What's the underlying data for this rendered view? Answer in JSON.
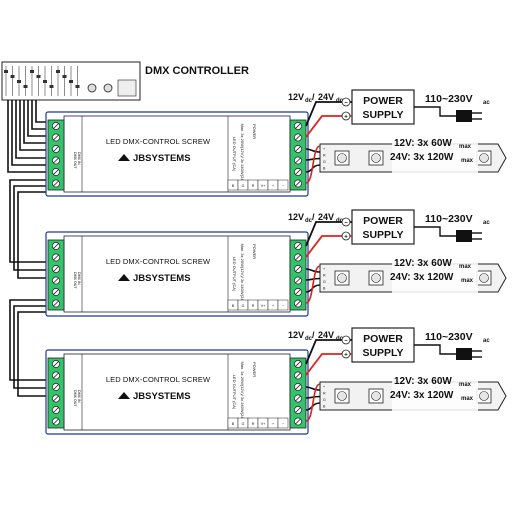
{
  "controller": {
    "title": "DMX CONTROLLER"
  },
  "module": {
    "name": "LED DMX-CONTROL SCREW",
    "brand": "JBSYSTEMS",
    "output_header": "LED OUTPUT (CA)",
    "power_header": "POWER",
    "output_specs": "Max. 3x 20W(12V)/ 3x 240W(24V)",
    "output_pins": [
      "B",
      "G",
      "R",
      "V+"
    ],
    "power_pins": [
      "+",
      "−"
    ],
    "dmx_side_top": "DMX OUT",
    "dmx_side_bottom": "DMX IN"
  },
  "power_supply": {
    "line1": "POWER",
    "line2": "SUPPLY",
    "input_voltage": "110~230V",
    "input_voltage_suffix": "ac",
    "output_12": "12V",
    "output_24": "24V",
    "output_suffix": "dc"
  },
  "led_strip": {
    "pins": [
      "+",
      "R",
      "G",
      "B"
    ],
    "spec_12": "12V: 3x 60W",
    "spec_24": "24V: 3x 120W",
    "spec_suffix": "max"
  },
  "colors": {
    "terminal_green": "#34c26b",
    "wire_red": "#e0201b",
    "wire_black": "#111111",
    "outline": "#1c3a9a",
    "strip_fill": "#f2f2f2"
  }
}
